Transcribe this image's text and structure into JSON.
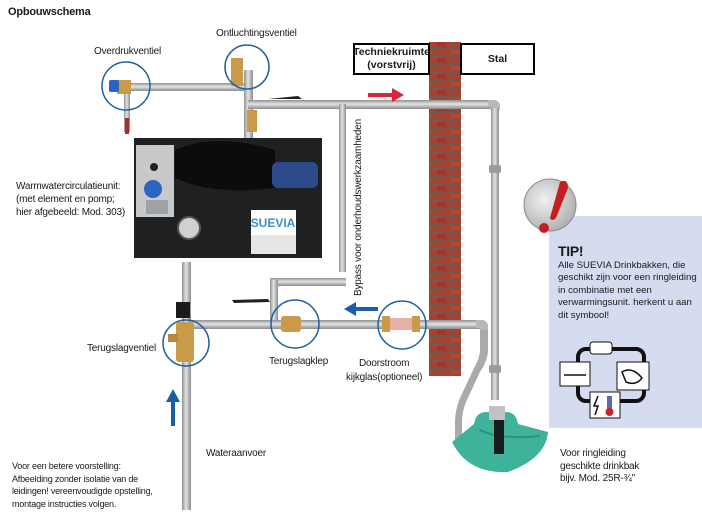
{
  "title": "Opbouwschema",
  "rooms": {
    "technical_room": "Techniekruimte\n(vorstvrij)",
    "stable": "Stal"
  },
  "components": {
    "overpressure_valve": "Overdrukventiel",
    "vent_valve": "Ontluchtingsventiel",
    "circulation_unit": "Warmwatercirculatieunit:\n(met element en pomp;\nhier afgebeeld: Mod. 303)",
    "bypass": "Bypass voor onderhoudswerkzaamheden",
    "non_return_valve": "Terugslagventiel",
    "check_valve": "Terugslagklep",
    "flow_sight_glass": "Doorstroom\nkijkglas(optioneel)",
    "water_supply": "Wateraanvoer",
    "drinking_bowl": "Voor ringleiding\ngeschikte drinkbak\nbijv. Mod. 25R-¾\""
  },
  "unit_brand": "SUEVIA",
  "note": "Voor een betere voorstelling:\nAfbeelding zonder isolatie van de\nleidingen! vereenvoudigde opstelling,\nmontage instructies volgen.",
  "tip": {
    "title": "TIP!",
    "text": "Alle SUEVIA Drinkbakken, die geschikt zijn voor een ringleiding in combinatie met een verwarmingsunit. herkent u aan dit symbool!"
  },
  "icons": [
    "warning-exclamation-icon",
    "ring-circuit-symbol-icon",
    "pipe-icon",
    "heater-icon",
    "drinking-bowl-icon",
    "thermometer-lightning-icon"
  ],
  "colors": {
    "callout_circle": "#1f5fa0",
    "flow_arrow_blue": "#1a5ea8",
    "flow_arrow_red": "#d9263a",
    "brick": "#a8402f",
    "tip_background": "#d6dcef",
    "bowl_green": "#3fb39a",
    "pipe": "#b9bbbd",
    "unit_panel": "#1f2022"
  }
}
